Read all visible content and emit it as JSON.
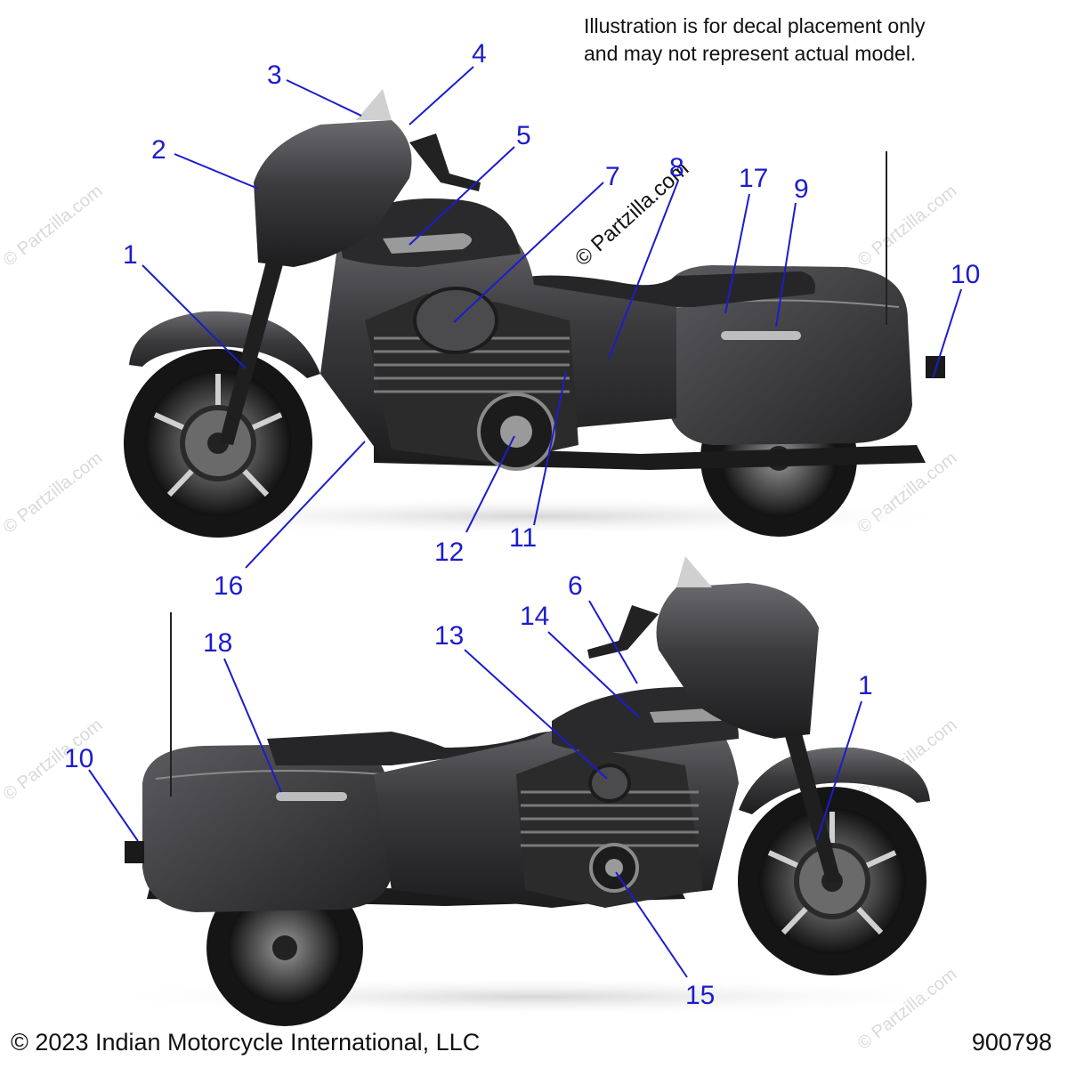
{
  "note": {
    "line1": "Illustration is for decal placement only",
    "line2": "and may not represent actual model."
  },
  "watermark": "© Partzilla.com",
  "copyright": "© 2023 Indian Motorcycle International, LLC",
  "diagram_number": "900798",
  "callouts_top": [
    "1",
    "2",
    "3",
    "4",
    "5",
    "7",
    "8",
    "9",
    "10",
    "11",
    "12",
    "16",
    "17"
  ],
  "callouts_bottom": [
    "1",
    "6",
    "10",
    "13",
    "14",
    "15",
    "18"
  ],
  "colors": {
    "callout": "#1c1ccc",
    "bike_body": "#3a3a3c",
    "bike_dark": "#1c1c1e"
  }
}
